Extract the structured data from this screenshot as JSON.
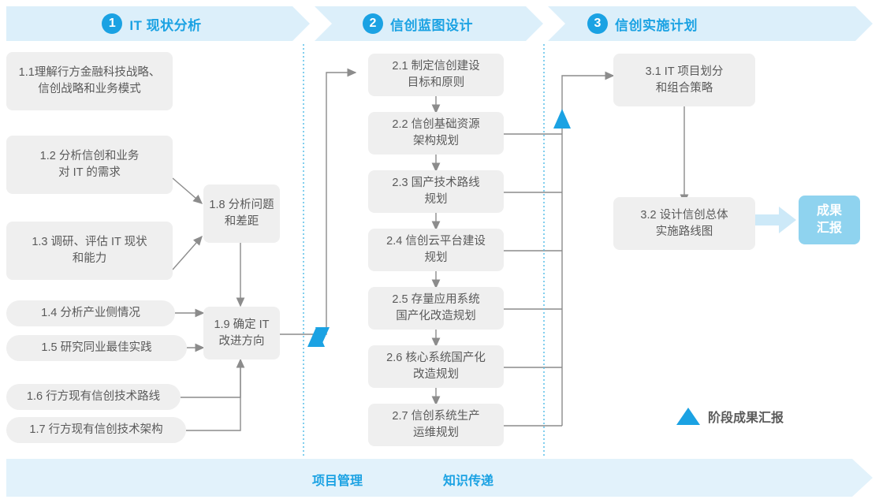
{
  "phases": [
    {
      "num": "1",
      "title": "IT 现状分析"
    },
    {
      "num": "2",
      "title": "信创蓝图设计"
    },
    {
      "num": "3",
      "title": "信创实施计划"
    }
  ],
  "column1": [
    {
      "id": "1.1",
      "line1": "1.1理解行方金融科技战略、",
      "line2": "信创战略和业务模式"
    },
    {
      "id": "1.2",
      "line1": "1.2 分析信创和业务",
      "line2": "对 IT 的需求"
    },
    {
      "id": "1.3",
      "line1": "1.3 调研、评估 IT 现状",
      "line2": "和能力"
    },
    {
      "id": "1.4",
      "line1": "1.4 分析产业侧情况",
      "line2": ""
    },
    {
      "id": "1.5",
      "line1": "1.5 研究同业最佳实践",
      "line2": ""
    },
    {
      "id": "1.6",
      "line1": "1.6 行方现有信创技术路线",
      "line2": ""
    },
    {
      "id": "1.7",
      "line1": "1.7 行方现有信创技术架构",
      "line2": ""
    }
  ],
  "column1b": [
    {
      "id": "1.8",
      "line1": "1.8 分析问题",
      "line2": "和差距"
    },
    {
      "id": "1.9",
      "line1": "1.9 确定 IT",
      "line2": "改进方向"
    }
  ],
  "column2": [
    {
      "id": "2.1",
      "line1": "2.1 制定信创建设",
      "line2": "目标和原则"
    },
    {
      "id": "2.2",
      "line1": "2.2 信创基础资源",
      "line2": "架构规划"
    },
    {
      "id": "2.3",
      "line1": "2.3 国产技术路线",
      "line2": "规划"
    },
    {
      "id": "2.4",
      "line1": "2.4 信创云平台建设",
      "line2": "规划"
    },
    {
      "id": "2.5",
      "line1": "2.5 存量应用系统",
      "line2": "国产化改造规划"
    },
    {
      "id": "2.6",
      "line1": "2.6 核心系统国产化",
      "line2": "改造规划"
    },
    {
      "id": "2.7",
      "line1": "2.7 信创系统生产",
      "line2": "运维规划"
    }
  ],
  "column3": [
    {
      "id": "3.1",
      "line1": "3.1 IT 项目划分",
      "line2": "和组合策略"
    },
    {
      "id": "3.2",
      "line1": "3.2 设计信创总体",
      "line2": "实施路线图"
    }
  ],
  "deliverable": {
    "line1": "成果",
    "line2": "汇报"
  },
  "legend": {
    "label": "阶段成果汇报",
    "marker": "triangle-marker-icon"
  },
  "bottom_band": {
    "label1": "项目管理",
    "label2": "知识传递"
  },
  "colors": {
    "accent": "#1BA2E3",
    "band": "#DCEFFA",
    "bottom_band": "#E2F2FB",
    "box": "#EFEFEF",
    "box_text": "#5A5A5A",
    "deliverable": "#8FD3EF",
    "connector": "#8C8C8C",
    "divider": "#5BC0E8"
  }
}
